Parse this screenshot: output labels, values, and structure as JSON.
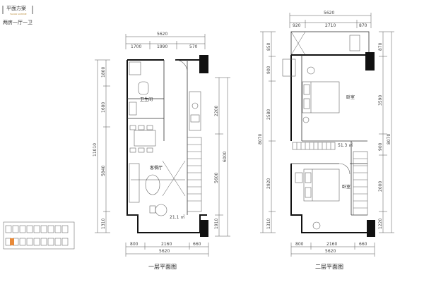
{
  "header": {
    "tag": "平面方案",
    "tag_sub": "FLOOR SCHEME",
    "subtitle": "两房一厅一卫"
  },
  "floor1": {
    "caption": "一层平面图",
    "top_total": "5620",
    "top_segments": [
      "1700",
      "1990",
      "570"
    ],
    "bottom_segments": [
      "800",
      "2160",
      "660"
    ],
    "bottom_total": "5620",
    "left_total": "11010",
    "left_segments": [
      "1800",
      "1680",
      "5840",
      "1310"
    ],
    "right_total": "6000",
    "right_segments": [
      "2200",
      "5600",
      "1910"
    ],
    "rooms": {
      "bath": "卫生间",
      "living": "客餐厅",
      "area": "21.1 ㎡"
    }
  },
  "floor2": {
    "caption": "二层平面图",
    "top_total": "5620",
    "top_segments": [
      "920",
      "2710",
      "870"
    ],
    "bottom_segments": [
      "800",
      "2160",
      "660"
    ],
    "bottom_total": "5620",
    "left_total": "8070",
    "left_segments": [
      "850",
      "900",
      "2580",
      "2920",
      "1310"
    ],
    "right_total": "8070",
    "right_segments": [
      "870",
      "3590",
      "900",
      "2000",
      "1220"
    ],
    "rooms": {
      "bedroom1": "卧室",
      "bedroom2": "卧室",
      "area": "51.3 ㎡"
    }
  }
}
